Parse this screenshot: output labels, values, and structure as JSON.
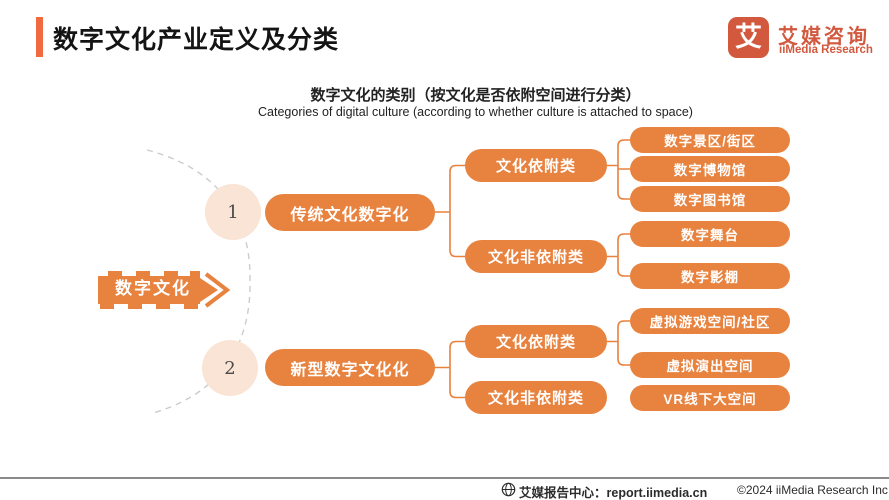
{
  "header": {
    "title": "数字文化产业定义及分类",
    "logo": {
      "glyph": "艾",
      "name_cn": "艾媒咨询",
      "name_en": "iiMedia Research"
    }
  },
  "subtitle": {
    "cn": "数字文化的类别（按文化是否依附空间进行分类）",
    "en": "Categories of digital culture (according to whether culture is attached to space)"
  },
  "tree": {
    "root": "数字文化",
    "branches": [
      {
        "index": "1",
        "label": "传统文化数字化",
        "children": [
          {
            "label": "文化依附类",
            "leaves": [
              "数字景区/街区",
              "数字博物馆",
              "数字图书馆"
            ]
          },
          {
            "label": "文化非依附类",
            "leaves": [
              "数字舞台",
              "数字影棚"
            ]
          }
        ]
      },
      {
        "index": "2",
        "label": "新型数字文化化",
        "children": [
          {
            "label": "文化依附类",
            "leaves": [
              "虚拟游戏空间/社区",
              "虚拟演出空间"
            ]
          },
          {
            "label": "文化非依附类",
            "leaves": [
              "VR线下大空间"
            ]
          }
        ]
      }
    ]
  },
  "footer": {
    "report_center": "艾媒报告中心：report.iimedia.cn",
    "copyright": "©2024  iiMedia Research  Inc"
  },
  "colors": {
    "node_orange": "#E8823F",
    "title_bar_orange": "#F1693E",
    "brand_red_orange": "#D2583E",
    "circle_fill": "#FAE4D5",
    "dashed_arc_gray": "#CCCCCC",
    "footer_line_gray": "#8A8A8A"
  }
}
